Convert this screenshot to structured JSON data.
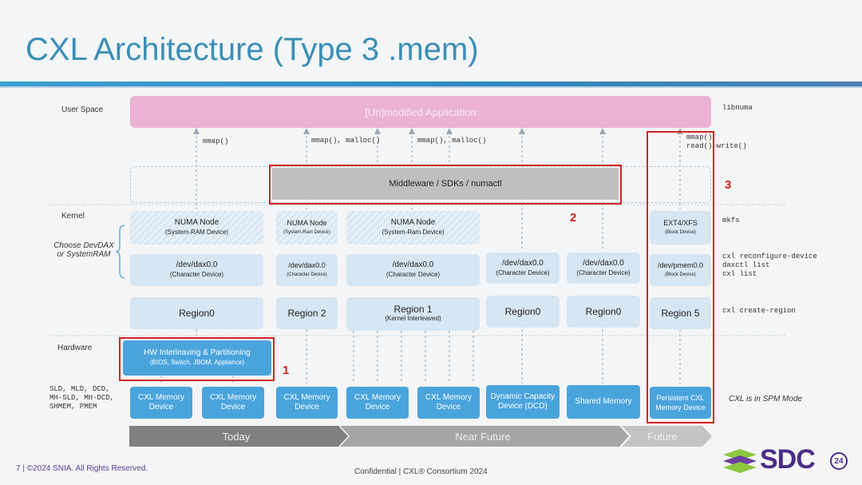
{
  "title": "CXL Architecture (Type 3 .mem)",
  "layers": {
    "user_space": "User Space",
    "kernel": "Kernel",
    "choose": "Choose DevDAX\nor SystemRAM",
    "hardware": "Hardware",
    "dev_types": "SLD, MLD, DCD,\nMH-SLD, MH-DCD,\nSHMEM, PMEM"
  },
  "app": "[Un]modified Application",
  "calls": {
    "c1": "mmap()",
    "c2": "mmap(), malloc()",
    "c3": "mmap(), malloc()",
    "c4": "mmap(),\nread(),write()"
  },
  "middleware": "Middleware / SDKs / numactl",
  "numa": [
    {
      "name": "NUMA Node",
      "sub": "(System-RAM Device)"
    },
    {
      "name": "NUMA Node",
      "sub": "(System-Ram Device)"
    },
    {
      "name": "NUMA Node",
      "sub": "(System-Ram Device)"
    }
  ],
  "fs": {
    "name": "EXT4/XFS",
    "sub": "(Block Device)"
  },
  "dax": [
    {
      "name": "/dev/dax0.0",
      "sub": "(Character Device)"
    },
    {
      "name": "/dev/dax0.0",
      "sub": "(Character Device)"
    },
    {
      "name": "/dev/dax0.0",
      "sub": "(Character Device)"
    },
    {
      "name": "/dev/dax0.0",
      "sub": "(Character Device)"
    },
    {
      "name": "/dev/dax0.0",
      "sub": "(Character Device)"
    }
  ],
  "pmem": {
    "name": "/dev/pmem0.0",
    "sub": "(Block Device)"
  },
  "regions": [
    {
      "name": "Region0",
      "sub": ""
    },
    {
      "name": "Region 2",
      "sub": ""
    },
    {
      "name": "Region 1",
      "sub": "(Kernel Interleaved)"
    },
    {
      "name": "Region0",
      "sub": ""
    },
    {
      "name": "Region0",
      "sub": ""
    },
    {
      "name": "Region 5",
      "sub": ""
    }
  ],
  "hw_interleave": {
    "name": "HW Interleaving & Partitioning",
    "sub": "(BIOS, Switch, JBOM, Appliance)"
  },
  "devices": [
    "CXL Memory\nDevice",
    "CXL Memory\nDevice",
    "CXL Memory\nDevice",
    "CXL Memory\nDevice",
    "CXL Memory\nDevice",
    "Dynamic Capacity\nDevice (DCD)",
    "Shared Memory",
    "Persistent CXL\nMemory Device"
  ],
  "right_labels": {
    "libnuma": "libnuma",
    "mkfs": "mkfs",
    "cmds": "cxl reconfigure-device\ndaxctl list\ncxl list",
    "create": "cxl create-region",
    "spm": "CXL is in SPM Mode"
  },
  "timeline": [
    "Today",
    "Near Future",
    "Future"
  ],
  "callouts": [
    "1",
    "2",
    "3"
  ],
  "footer": {
    "left": "7 | ©2024 SNIA. All Rights Reserved.",
    "center": "Confidential  |  CXL® Consortium 2024",
    "logo": "SDC",
    "logo_year": "24"
  },
  "colors": {
    "title": "#3a8fb7",
    "app": "#ebb2d5",
    "box": "#d6e6f2",
    "device": "#4aa4dc",
    "callout": "#d62020",
    "timeline": "#8a8a8a"
  }
}
